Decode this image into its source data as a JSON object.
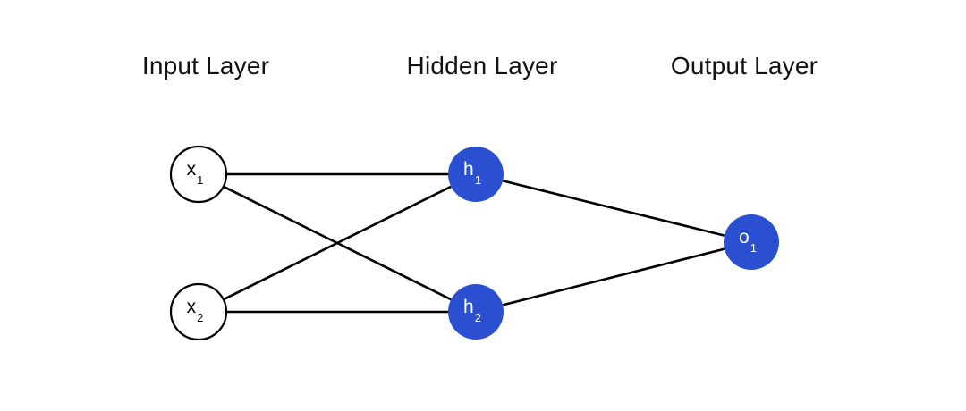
{
  "layers": {
    "input": "Input Layer",
    "hidden": "Hidden Layer",
    "output": "Output Layer"
  },
  "colors": {
    "filled_node": "#2a4fd0",
    "outline_node": "#000000",
    "edge": "#000000"
  },
  "nodes": [
    {
      "id": "x1",
      "layer": "input",
      "base": "x",
      "sub": "1"
    },
    {
      "id": "x2",
      "layer": "input",
      "base": "x",
      "sub": "2"
    },
    {
      "id": "h1",
      "layer": "hidden",
      "base": "h",
      "sub": "1"
    },
    {
      "id": "h2",
      "layer": "hidden",
      "base": "h",
      "sub": "2"
    },
    {
      "id": "o1",
      "layer": "output",
      "base": "o",
      "sub": "1"
    }
  ],
  "edges": [
    [
      "x1",
      "h1"
    ],
    [
      "x1",
      "h2"
    ],
    [
      "x2",
      "h1"
    ],
    [
      "x2",
      "h2"
    ],
    [
      "h1",
      "o1"
    ],
    [
      "h2",
      "o1"
    ]
  ]
}
